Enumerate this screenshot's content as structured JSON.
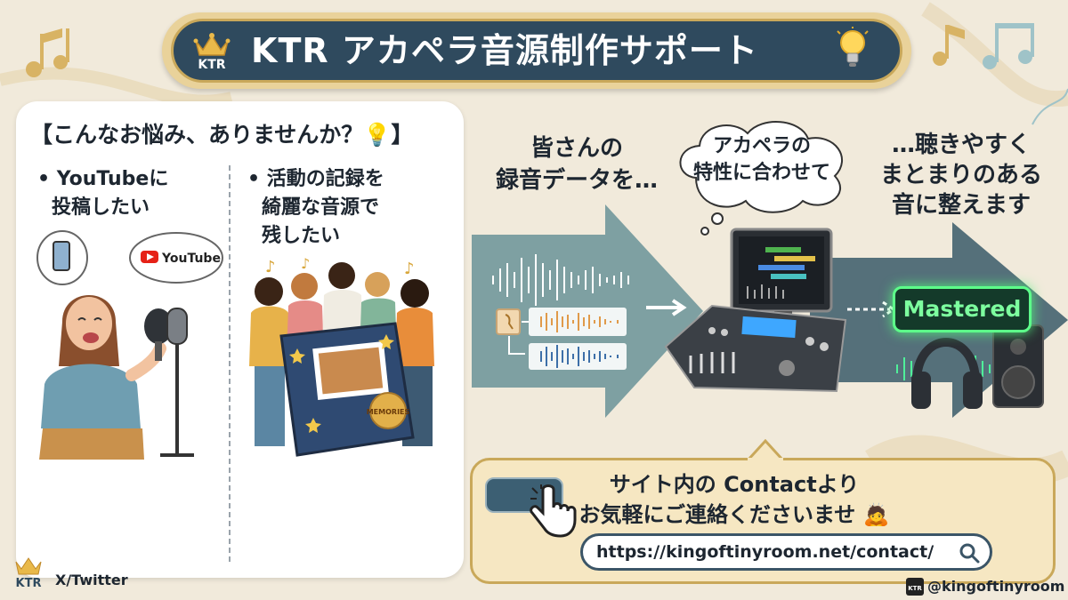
{
  "header": {
    "title": "KTR アカペラ音源制作サポート",
    "logo_text": "KTR"
  },
  "worries": {
    "heading": "【こんなお悩み、ありませんか？💡】",
    "items": [
      {
        "line1": "• YouTubeに",
        "line2": "投稿したい"
      },
      {
        "line1": "• 活動の記録を",
        "line2": "綺麗な音源で",
        "line3": "残したい"
      }
    ],
    "youtube_badge": "YouTube",
    "memories_badge": "MEMORIES"
  },
  "flow": {
    "step1": {
      "line1": "皆さんの",
      "line2": "録音データを…"
    },
    "step2": {
      "line1": "アカペラの",
      "line2": "特性に合わせて"
    },
    "step3": {
      "line1": "…聴きやすく",
      "line2": "まとまりのある",
      "line3": "音に整えます"
    },
    "mastered_label": "Mastered"
  },
  "contact": {
    "line1": "サイト内の Contactより",
    "line2": "お気軽にご連絡くださいませ 🙇",
    "url": "https://kingoftinyroom.net/contact/"
  },
  "footer": {
    "left_logo": "KTR",
    "left_label": "X/Twitter",
    "right_handle": "@kingoftinyroom",
    "right_logo": "KTR"
  },
  "colors": {
    "navy": "#2f4a5e",
    "gold": "#c9a85a",
    "teal_arrow": "#4f7d86",
    "mastered_green": "#5dff8a",
    "youtube_red": "#e62117"
  }
}
